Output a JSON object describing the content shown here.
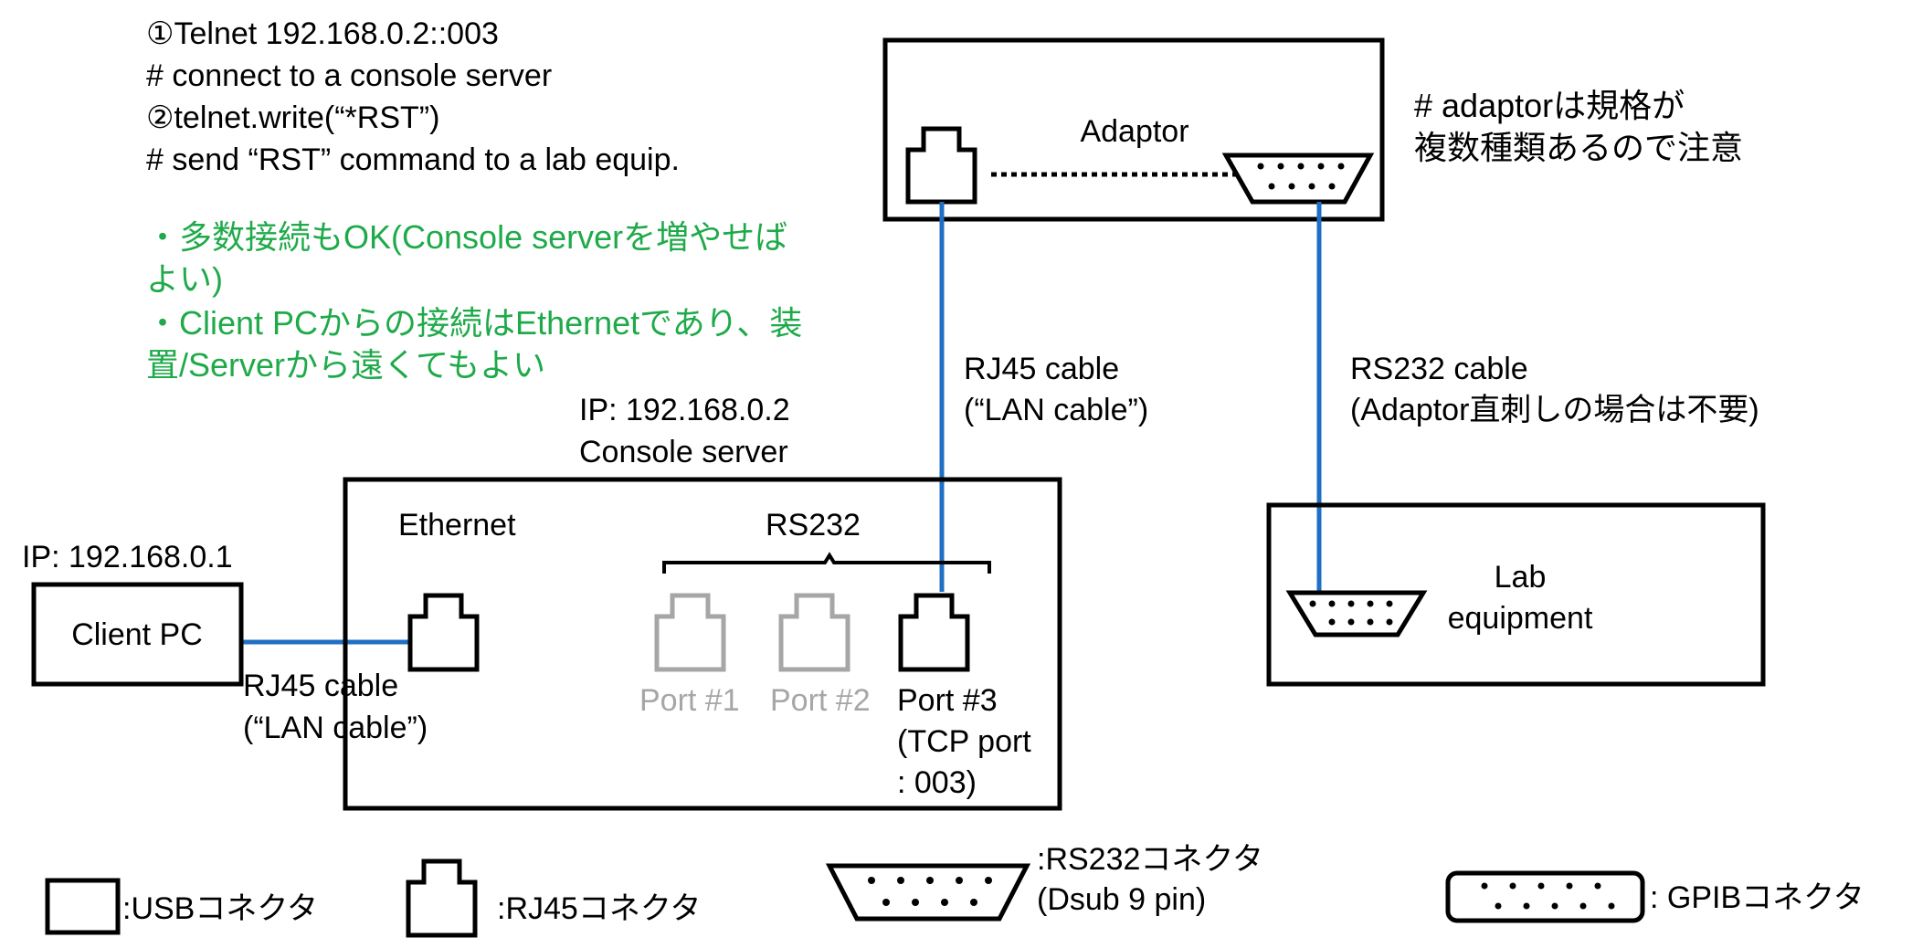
{
  "instructions": {
    "lines": [
      "①Telnet 192.168.0.2::003",
      "# connect to a console server",
      "②telnet.write(“*RST”)",
      "# send “RST” command to a lab equip."
    ]
  },
  "notes": {
    "lines": [
      "・多数接続もOK(Console serverを増やせば",
      "よい)",
      "・Client PCからの接続はEthernetであり、装",
      "置/Serverから遠くてもよい"
    ]
  },
  "adaptor": {
    "label": "Adaptor"
  },
  "adaptor_note": {
    "lines": [
      "# adaptorは規格が",
      "複数種類あるので注意"
    ]
  },
  "rj45_cable_right": {
    "lines": [
      "RJ45 cable",
      "(“LAN cable”)"
    ]
  },
  "rs232_cable": {
    "lines": [
      "RS232 cable",
      "(Adaptor直刺しの場合は不要)"
    ]
  },
  "console_server": {
    "ip": "IP: 192.168.0.2",
    "name": "Console server",
    "ethernet_label": "Ethernet",
    "rs232_label": "RS232",
    "ports": [
      {
        "label": "Port #1",
        "active": false
      },
      {
        "label": "Port #2",
        "active": false
      },
      {
        "label": "Port #3",
        "active": true
      }
    ],
    "port3_detail": [
      "(TCP port",
      ": 003)"
    ]
  },
  "client_pc": {
    "ip": "IP: 192.168.0.1",
    "label": "Client PC"
  },
  "rj45_cable_left": {
    "lines": [
      "RJ45 cable",
      "(“LAN cable”)"
    ]
  },
  "lab_equipment": {
    "lines": [
      "Lab",
      "equipment"
    ]
  },
  "legend": {
    "usb": ":USBコネクタ",
    "rj45": ":RJ45コネクタ",
    "rs232": [
      ":RS232コネクタ",
      "(Dsub 9 pin)"
    ],
    "gpib": ": GPIBコネクタ"
  },
  "colors": {
    "cable": "#1f6fc5",
    "note_green": "#1faa4a",
    "inactive_gray": "#a6a6a6"
  }
}
